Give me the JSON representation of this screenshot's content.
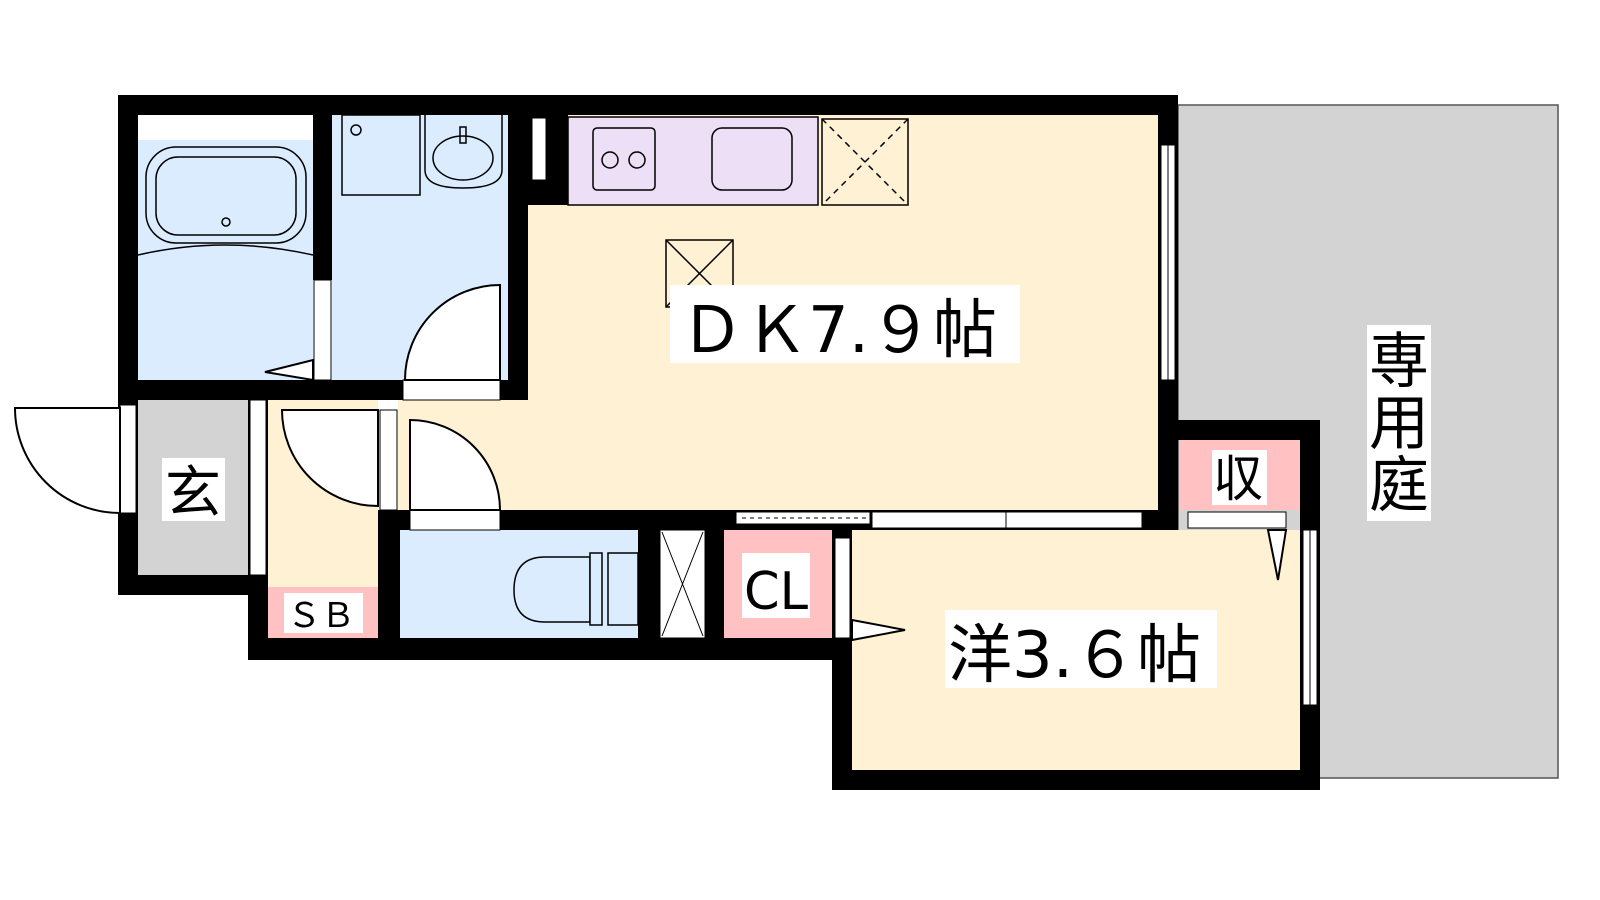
{
  "floorplan": {
    "rooms": {
      "dk": "ＤＫ7.９帖",
      "western": "洋3.６帖",
      "entrance": "玄",
      "shoe_box": "ＳＢ",
      "closet": "CL",
      "storage": "収",
      "garden": "専用庭"
    },
    "colors": {
      "wall": "#000000",
      "wet_area": "#dbecff",
      "kitchen": "#eddff5",
      "floor": "#fff2d4",
      "storage": "#ffc1c1",
      "entrance": "#d3d3d3",
      "garden": "#d3d3d3"
    }
  }
}
